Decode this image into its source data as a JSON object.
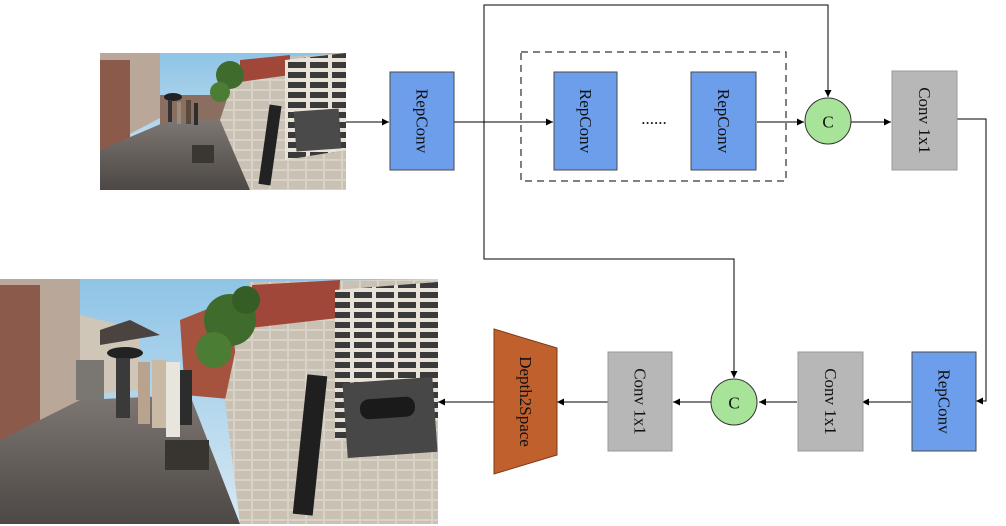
{
  "nodes": {
    "repconv_in": "RepConv",
    "repconv_block_1": "RepConv",
    "repconv_block_2": "RepConv",
    "ellipsis": "......",
    "concat_1": "C",
    "conv1x1_1": "Conv 1x1",
    "repconv_2": "RepConv",
    "conv1x1_2": "Conv 1x1",
    "concat_2": "C",
    "conv1x1_3": "Conv 1x1",
    "depth2space": "Depth2Space"
  },
  "images": {
    "input": "low-resolution-input-photo",
    "output": "high-resolution-output-photo"
  },
  "colors": {
    "repconv": "#6d9eeb",
    "conv": "#b7b7b7",
    "concat": "#a8e39a",
    "depth2space": "#c0602d",
    "line": "#000000"
  }
}
